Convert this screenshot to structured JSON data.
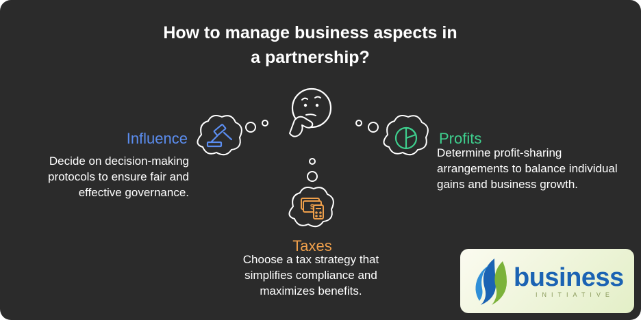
{
  "title": "How to manage business aspects in a partnership?",
  "colors": {
    "background": "#2b2b2b",
    "influence": "#5b8def",
    "profits": "#3ecf8e",
    "taxes": "#f0a04b"
  },
  "center_icon": "thinking-face-icon",
  "nodes": {
    "influence": {
      "heading": "Influence",
      "description": "Decide on decision-making protocols to ensure fair and effective governance.",
      "icon": "gavel-icon"
    },
    "profits": {
      "heading": "Profits",
      "description": "Determine profit-sharing arrangements to balance individual gains and business growth.",
      "icon": "pie-chart-icon"
    },
    "taxes": {
      "heading": "Taxes",
      "description": "Choose a tax strategy that simplifies compliance and maximizes benefits.",
      "icon": "money-calculator-icon"
    }
  },
  "logo": {
    "word": "business",
    "tagline": "INITIATIVE"
  }
}
